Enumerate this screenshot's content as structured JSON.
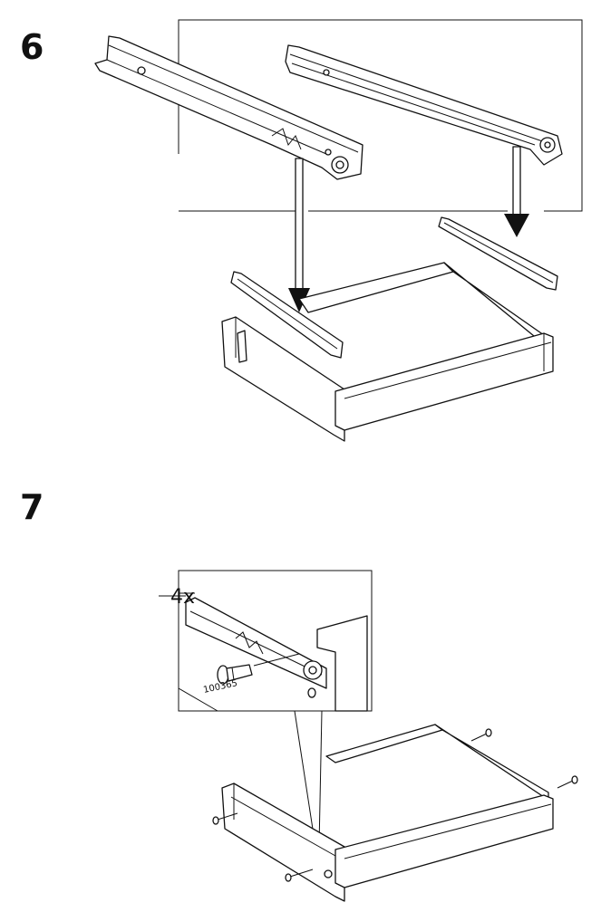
{
  "steps": [
    {
      "number": "6"
    },
    {
      "number": "7",
      "quantity": "4x",
      "part_number": "100365"
    }
  ]
}
